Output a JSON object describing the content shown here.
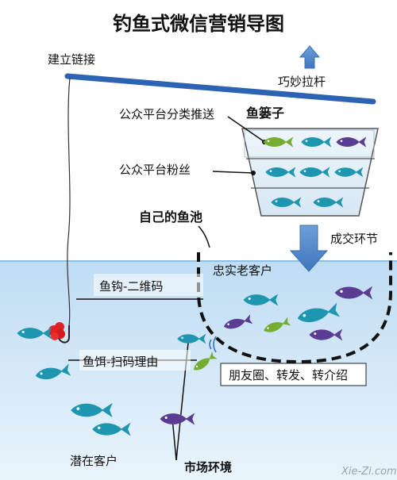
{
  "title": "钓鱼式微信营销导图",
  "labels": {
    "link": "建立链接",
    "lever": "巧妙拉杆",
    "push": "公众平台分类推送",
    "basket": "鱼篓子",
    "fans": "公众平台粉丝",
    "pond": "自己的鱼池",
    "deal": "成交环节",
    "loyal": "忠实老客户",
    "hook": "鱼钩-二维码",
    "bait": "鱼饵-扫码理由",
    "moments": "朋友圈、转发、转介绍",
    "potential": "潜在客户",
    "market": "市场环境"
  },
  "watermark": "Xie-Zi.com",
  "colors": {
    "water": "#cfe6f7",
    "rod": "#3b74c4",
    "fish_teal": "#1e96b0",
    "fish_purple": "#5b3c93",
    "fish_green": "#74ad32",
    "bait": "#e02222",
    "arrow": "#4e86c8"
  }
}
